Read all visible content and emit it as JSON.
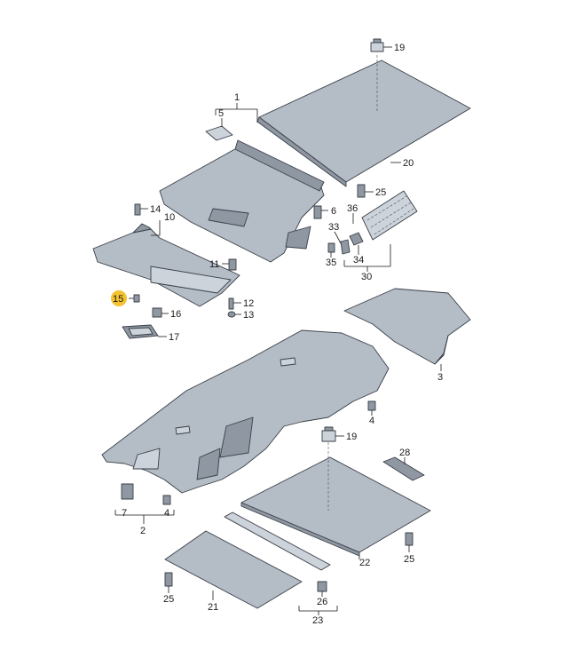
{
  "diagram": {
    "highlight_color": "#f2c230",
    "part_color": "#b4bcc6",
    "callouts": [
      {
        "id": "c1",
        "label": "1"
      },
      {
        "id": "c2",
        "label": "2"
      },
      {
        "id": "c3",
        "label": "3"
      },
      {
        "id": "c4a",
        "label": "4"
      },
      {
        "id": "c4b",
        "label": "4"
      },
      {
        "id": "c5",
        "label": "5"
      },
      {
        "id": "c6",
        "label": "6"
      },
      {
        "id": "c7",
        "label": "7"
      },
      {
        "id": "c10",
        "label": "10"
      },
      {
        "id": "c11",
        "label": "11"
      },
      {
        "id": "c12",
        "label": "12"
      },
      {
        "id": "c13",
        "label": "13"
      },
      {
        "id": "c14",
        "label": "14"
      },
      {
        "id": "c15",
        "label": "15"
      },
      {
        "id": "c16",
        "label": "16"
      },
      {
        "id": "c17",
        "label": "17"
      },
      {
        "id": "c19a",
        "label": "19"
      },
      {
        "id": "c19b",
        "label": "19"
      },
      {
        "id": "c20",
        "label": "20"
      },
      {
        "id": "c21",
        "label": "21"
      },
      {
        "id": "c22",
        "label": "22"
      },
      {
        "id": "c23",
        "label": "23"
      },
      {
        "id": "c25a",
        "label": "25"
      },
      {
        "id": "c25b",
        "label": "25"
      },
      {
        "id": "c25c",
        "label": "25"
      },
      {
        "id": "c26",
        "label": "26"
      },
      {
        "id": "c28",
        "label": "28"
      },
      {
        "id": "c30",
        "label": "30"
      },
      {
        "id": "c33",
        "label": "33"
      },
      {
        "id": "c34",
        "label": "34"
      },
      {
        "id": "c35",
        "label": "35"
      },
      {
        "id": "c36",
        "label": "36"
      }
    ]
  }
}
